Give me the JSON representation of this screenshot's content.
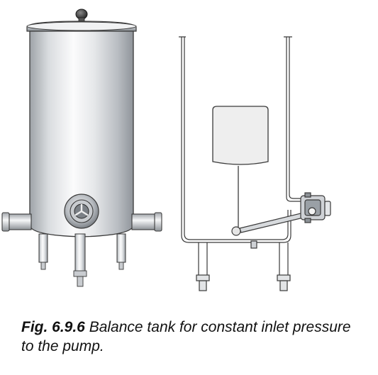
{
  "caption": {
    "label": "Fig. 6.9.6",
    "text": " Balance tank for constant inlet pressure to the pump."
  },
  "colors": {
    "steel_light": "#f4f5f6",
    "steel_mid": "#c9ccd0",
    "steel_dark": "#8a8f95",
    "outline": "#3a3a3a",
    "float_fill": "#eaeaea",
    "text": "#111111"
  },
  "icons": {
    "tank_exterior": "balance-tank-exterior-drawing",
    "tank_section": "balance-tank-cross-section-drawing"
  }
}
